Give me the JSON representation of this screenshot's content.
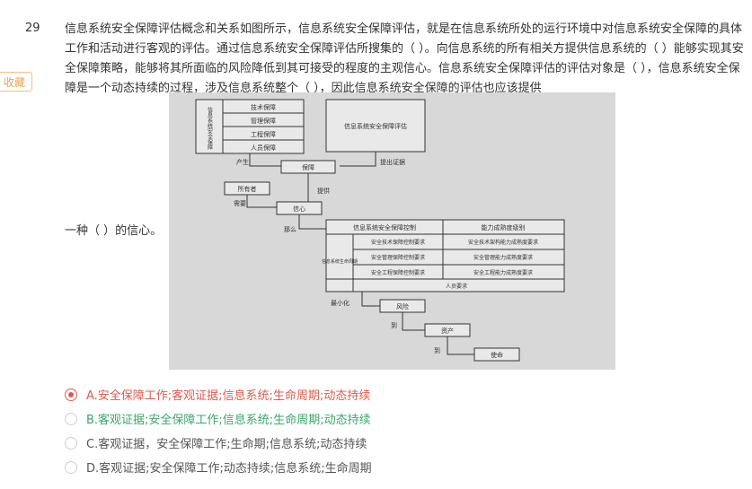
{
  "question": {
    "number": "29",
    "favorite_label": "收藏",
    "stem": "信息系统安全保障评估概念和关系如图所示，信息系统安全保障评估，就是在信息系统所处的运行环境中对信息系统安全保障的具体工作和活动进行客观的评估。通过信息系统安全保障评估所搜集的（ ）。向信息系统的所有相关方提供信息系统的（ ）能够实现其安全保障策略，能够将其所面临的风险降低到其可接受的程度的主观信心。信息系统安全保障评估的评估对象是（ ），信息系统安全保障是一个动态持续的过程，涉及信息系统整个（ ），因此信息系统安全保障的评估也应该提供",
    "stem_tail": "一种（ ）的信心。"
  },
  "figure": {
    "left_stack": [
      "信息系统安全保障",
      "技术保障",
      "管理保障",
      "工程保障",
      "人员保障"
    ],
    "top_right_box": "信息系统安全保障评估",
    "labels": {
      "produce": "产生",
      "guarantee": "保障",
      "evidence": "提出证据",
      "owner": "所有者",
      "provide": "提供",
      "need": "需要",
      "confidence": "信心",
      "then": "那么",
      "minimize": "最小化",
      "risk": "风险",
      "to1": "到",
      "asset": "资产",
      "to2": "到",
      "mission": "使命"
    },
    "table": {
      "header_left": "信息系统安全保障控制",
      "header_right": "能力成熟度级别",
      "lifecycle_label": "信息系统生命周期",
      "rows": [
        [
          "安全技术保障控制要求",
          "安全技术架构能力成熟度要求"
        ],
        [
          "安全管理保障控制要求",
          "安全管理能力成熟度要求"
        ],
        [
          "安全工程保障控制要求",
          "安全工程能力成熟度要求"
        ]
      ],
      "last_row": "人员要求"
    }
  },
  "options": [
    {
      "text": "A.安全保障工作;客观证据;信息系统;生命周期;动态持续",
      "state": "selected"
    },
    {
      "text": "B.客观证据;安全保障工作;信息系统;生命周期;动态持续",
      "state": "correct"
    },
    {
      "text": "C.客观证据，安全保障工作;生命期;信息系统;动态持续",
      "state": "normal"
    },
    {
      "text": "D.客观证据;安全保障工作;动态持续;信息系统;生命周期",
      "state": "normal"
    }
  ],
  "colors": {
    "selected": "#e05a4b",
    "correct": "#3aa86b",
    "favorite": "#e8a54c"
  }
}
